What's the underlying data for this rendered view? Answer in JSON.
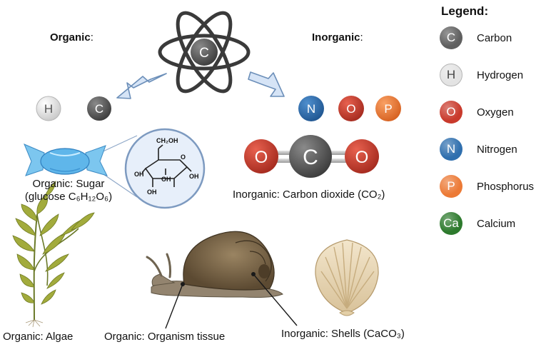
{
  "headings": {
    "organic": "Organic",
    "inorganic": "Inorganic",
    "colon": ":"
  },
  "center_atom": {
    "symbol": "C"
  },
  "organic_elements": [
    "H",
    "C"
  ],
  "inorganic_elements": [
    "N",
    "O",
    "P"
  ],
  "co2_molecule": [
    "O",
    "C",
    "O"
  ],
  "glucose": {
    "groups": {
      "ch2oh": "CH₂OH",
      "oh_left": "OH",
      "oh_right": "OH",
      "oh_bottom_left": "OH",
      "oh_bottom_right": "OH",
      "ring_o": "O"
    }
  },
  "captions": {
    "sugar_line1": "Organic: Sugar",
    "sugar_line2": "(glucose C₆H₁₂O₆)",
    "co2": "Inorganic: Carbon dioxide (CO₂)",
    "algae": "Organic: Algae",
    "tissue": "Organic: Organism tissue",
    "shells": "Inorganic: Shells (CaCO₃)"
  },
  "legend": {
    "title": "Legend:",
    "items": [
      {
        "symbol": "C",
        "label": "Carbon",
        "color": "#5f5f5f",
        "text_color": "#ffffff"
      },
      {
        "symbol": "H",
        "label": "Hydrogen",
        "color": "#e3e3e3",
        "text_color": "#444444"
      },
      {
        "symbol": "O",
        "label": "Oxygen",
        "color": "#c93a2c",
        "text_color": "#ffffff"
      },
      {
        "symbol": "N",
        "label": "Nitrogen",
        "color": "#2f6fae",
        "text_color": "#ffffff"
      },
      {
        "symbol": "P",
        "label": "Phosphorus",
        "color": "#ec7a36",
        "text_color": "#ffffff"
      },
      {
        "symbol": "Ca",
        "label": "Calcium",
        "color": "#2d7a2d",
        "text_color": "#ffffff"
      }
    ]
  }
}
